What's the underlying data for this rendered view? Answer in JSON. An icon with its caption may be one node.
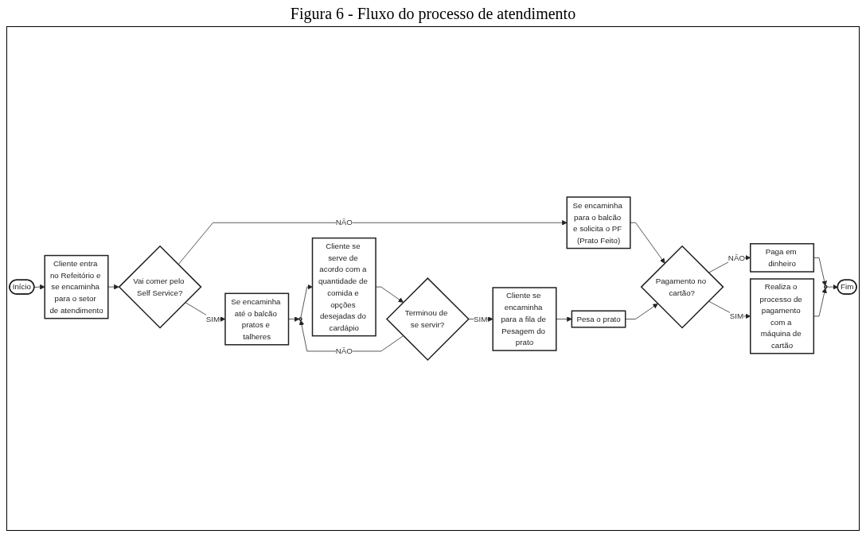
{
  "diagram": {
    "title": "Figura 6 - Fluxo do processo de atendimento",
    "nodes": [
      {
        "text": [
          "Início"
        ]
      },
      {
        "text": [
          "Cliente entra no Refeitório e se encaminha para o setor de atendimento"
        ]
      },
      {
        "text": [
          "Vai comer pelo Self Service?"
        ]
      },
      {
        "text": [
          "Se encaminha até o balcão pratos e talheres"
        ]
      },
      {
        "text": [],
        "shape": "circle"
      },
      {
        "text": [
          "Cliente se serve de acordo com a quantidade de comida e opções desejadas do cardápio"
        ]
      },
      {
        "text": [
          "Terminou de se servir?"
        ]
      },
      {
        "text": [
          "Se encaminha para o balcão e solicita o PF (Prato Feito)"
        ]
      },
      {
        "text": [
          "Cliente se encaminha para a fila de Pesagem do prato"
        ]
      },
      {
        "text": [
          "Pagamento no cartão?"
        ]
      },
      {
        "text": [
          "Pesa o prato"
        ]
      },
      {
        "text": [
          "Paga em dinheiro"
        ]
      },
      {
        "text": [
          "Realiza o processo de pagamento com a máquina de cartão"
        ]
      },
      {
        "text": [],
        "shape": "circle"
      },
      {
        "text": [
          "Fim"
        ]
      }
    ],
    "edges": [
      {
        "from": 0,
        "to": 1,
        "arrow": "to"
      },
      {
        "from": 1,
        "to": 2,
        "arrow": "to"
      },
      {
        "from": 2,
        "to": 3,
        "arrow": "to",
        "label": "SIM"
      },
      {
        "from": 2,
        "to": 7,
        "arrow": "to",
        "label": "NÃO"
      },
      {
        "from": 3,
        "to": 4,
        "arrow": "to"
      },
      {
        "from": 4,
        "to": 5,
        "arrow": "to"
      },
      {
        "from": 5,
        "to": 6,
        "arrow": "to"
      },
      {
        "from": 6,
        "to": 4,
        "arrow": "to",
        "label": "NÃO"
      },
      {
        "from": 6,
        "to": 8,
        "arrow": "to",
        "label": "SIM"
      },
      {
        "from": 7,
        "to": 9,
        "arrow": "to"
      },
      {
        "from": 8,
        "to": 10,
        "arrow": "to"
      },
      {
        "from": 10,
        "to": 9,
        "arrow": "to"
      },
      {
        "from": 9,
        "to": 11,
        "arrow": "to",
        "label": "NÃO"
      },
      {
        "from": 9,
        "to": 12,
        "arrow": "to",
        "label": "SIM"
      },
      {
        "from": 11,
        "to": 13,
        "arrow": "to"
      },
      {
        "from": 12,
        "to": 13,
        "arrow": "to"
      },
      {
        "from": 13,
        "to": 14,
        "arrow": "to"
      }
    ]
  }
}
